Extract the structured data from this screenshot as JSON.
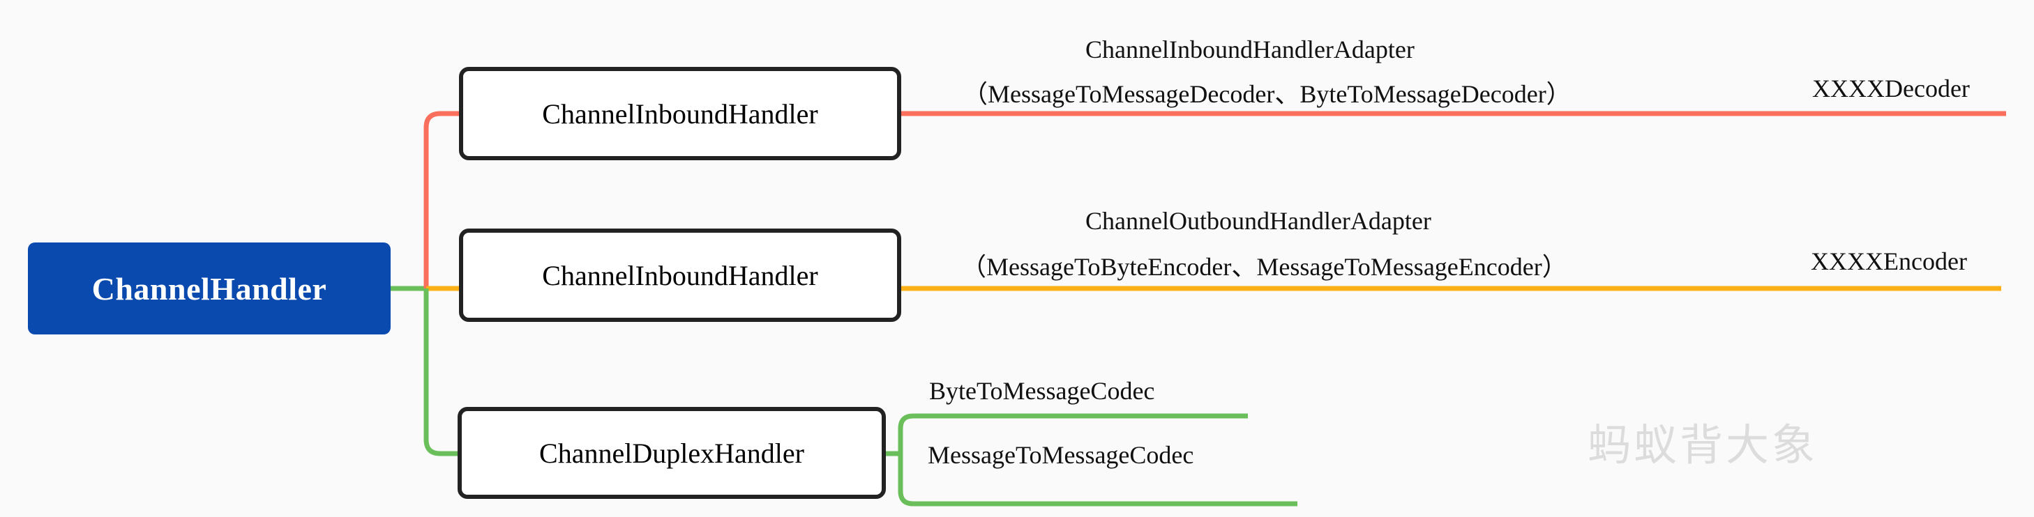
{
  "diagram": {
    "title": "ChannelHandler hierarchy",
    "background_color": "#fafafa",
    "root": {
      "label": "ChannelHandler",
      "fill_color": "#0A4AAE",
      "text_color": "#ffffff"
    },
    "branches": [
      {
        "id": "inbound",
        "box_label": "ChannelInboundHandler",
        "line_color": "#FA6F5C",
        "adapter_label": "ChannelInboundHandlerAdapter",
        "implementations_label": "（MessageToMessageDecoder、ByteToMessageDecoder）",
        "terminal_label": "XXXXDecoder"
      },
      {
        "id": "outbound",
        "box_label": "ChannelInboundHandler",
        "line_color": "#FBB018",
        "adapter_label": "ChannelOutboundHandlerAdapter",
        "implementations_label": "（MessageToByteEncoder、MessageToMessageEncoder）",
        "terminal_label": "XXXXEncoder"
      },
      {
        "id": "duplex",
        "box_label": "ChannelDuplexHandler",
        "line_color": "#6ABF5B",
        "codecs": [
          "ByteToMessageCodec",
          "MessageToMessageCodec"
        ]
      }
    ],
    "watermark": {
      "text": "蚂蚁背大象",
      "color": "#dcdcdc"
    }
  }
}
